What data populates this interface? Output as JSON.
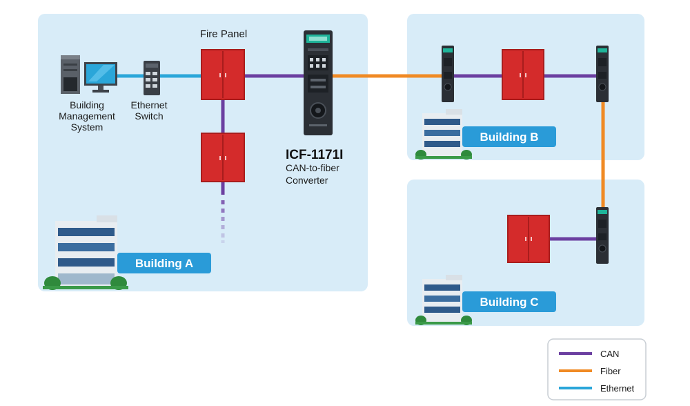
{
  "labels": {
    "bms": [
      "Building",
      "Management",
      "System"
    ],
    "switch": [
      "Ethernet",
      "Switch"
    ],
    "fire_panel": "Fire Panel",
    "converter_model": "ICF-1171I",
    "converter_desc": [
      "CAN-to-fiber",
      "Converter"
    ]
  },
  "buildings": {
    "a": "Building A",
    "b": "Building B",
    "c": "Building C"
  },
  "legend": {
    "can": "CAN",
    "fiber": "Fiber",
    "ethernet": "Ethernet"
  },
  "colors": {
    "can": "#6b3fa0",
    "fiber": "#f08a24",
    "ethernet": "#2aa6d9",
    "panel_bg": "#d8ecf8",
    "fire_panel": "#d42b2b",
    "badge": "#2a9bd8"
  }
}
